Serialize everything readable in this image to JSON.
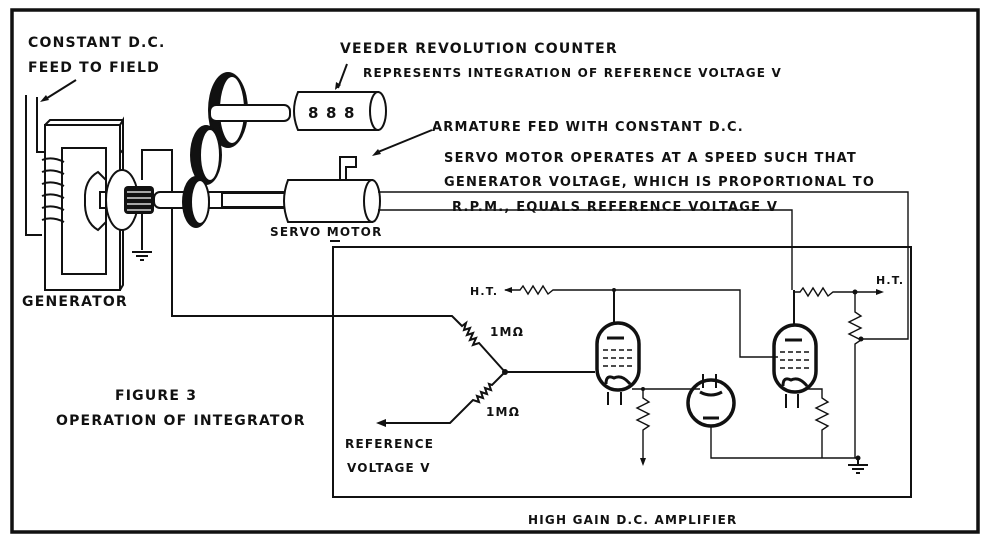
{
  "figure": {
    "number_label": "FIGURE 3",
    "caption": "OPERATION OF INTEGRATOR"
  },
  "labels": {
    "field_feed_line1": "CONSTANT D.C.",
    "field_feed_line2": "FEED TO FIELD",
    "counter_title": "VEEDER REVOLUTION COUNTER",
    "counter_note": "REPRESENTS INTEGRATION OF REFERENCE VOLTAGE V",
    "armature_note": "ARMATURE FED WITH CONSTANT D.C.",
    "servo_note_line1": "SERVO MOTOR OPERATES AT A SPEED SUCH THAT",
    "servo_note_line2": "GENERATOR VOLTAGE, WHICH IS PROPORTIONAL TO",
    "servo_note_line3": "R.P.M., EQUALS REFERENCE VOLTAGE V",
    "generator": "GENERATOR",
    "servo_motor": "SERVO MOTOR",
    "ht_left": "H.T.",
    "ht_right": "H.T.",
    "resistor_top": "1MΩ",
    "resistor_bottom": "1MΩ",
    "reference_line1": "REFERENCE",
    "reference_line2": "VOLTAGE V",
    "amplifier": "HIGH GAIN D.C. AMPLIFIER"
  },
  "counter_digits": [
    "8",
    "8",
    "8"
  ]
}
